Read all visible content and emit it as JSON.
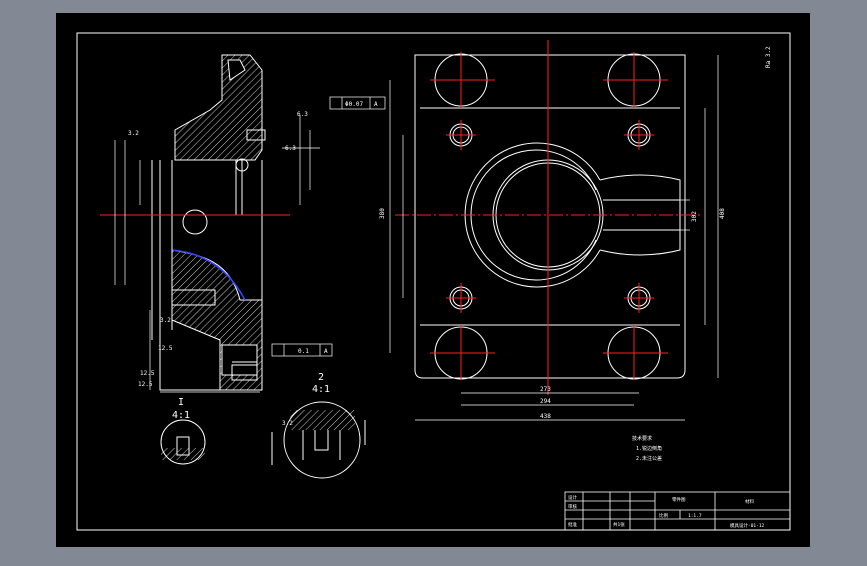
{
  "colors": {
    "background": "#838994",
    "canvas": "#000000",
    "line": "#ffffff",
    "centerline": "#ff2020",
    "highlight": "#3344ff"
  },
  "views": {
    "detail_1": {
      "label": "I",
      "scale": "4:1"
    },
    "detail_2": {
      "label": "2",
      "scale": "4:1"
    }
  },
  "annotations": {
    "tolerance_flatness": "Φ0.07",
    "tolerance_datum_a": "A",
    "tolerance_parallel": "0.1",
    "tolerance_datum_b": "A",
    "roughness_top": "3.2",
    "roughness_mid": "6.3",
    "roughness_right": "6.3",
    "roughness_corner": "3.2",
    "corner_mark": "Ra 3.2",
    "bottom_dim_1": "12.5",
    "bottom_dim_2": "12.5",
    "bottom_dim_3": "3.2",
    "bottom_dim_4": "12.5",
    "dim_width_inner": "273",
    "dim_width_mid": "294",
    "dim_width_outer": "438",
    "dim_height_left": "380",
    "dim_height_right": "408",
    "dim_right_side": "302",
    "notes_line_1": "技术要求",
    "notes_line_2": "1.锐边倒角",
    "notes_line_3": "2.未注公差"
  },
  "title_block": {
    "designer": "设计",
    "checker": "审核",
    "approver": "批准",
    "drawing_name": "零件图",
    "scale_label": "比例",
    "scale_value": "1:1.7",
    "material": "材料",
    "sheet": "共1张",
    "drawing_no": "模具设计-01-12"
  }
}
